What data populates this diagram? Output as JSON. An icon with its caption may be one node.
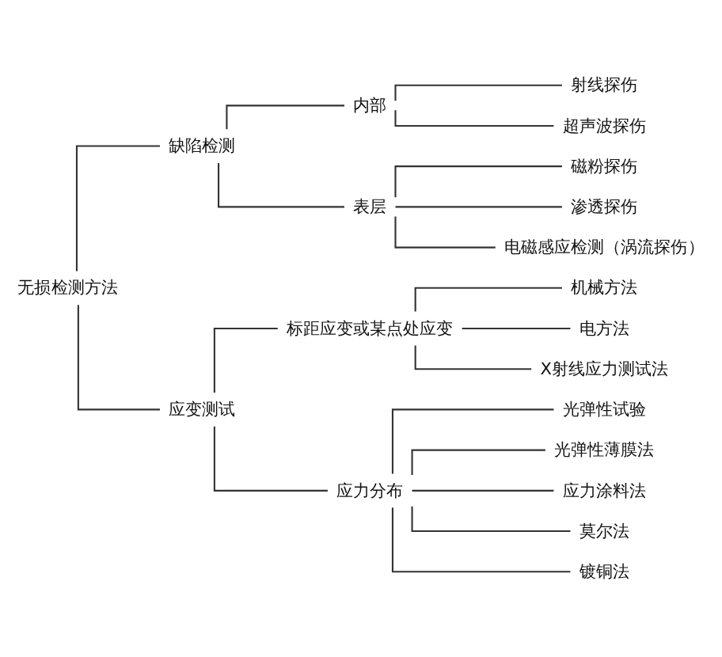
{
  "diagram": {
    "nodes": [
      {
        "text": [
          "无损检测方法"
        ]
      },
      {
        "text": [
          "缺陷检测"
        ]
      },
      {
        "text": [
          "内部"
        ]
      },
      {
        "text": [
          "射线探伤"
        ]
      },
      {
        "text": [
          "超声波探伤"
        ]
      },
      {
        "text": [
          "表层"
        ]
      },
      {
        "text": [
          "磁粉探伤"
        ]
      },
      {
        "text": [
          "渗透探伤"
        ]
      },
      {
        "text": [
          "电磁感应检测（涡流探伤）"
        ]
      },
      {
        "text": [
          "应变测试"
        ]
      },
      {
        "text": [
          "标距应变或某点处应变"
        ]
      },
      {
        "text": [
          "机械方法"
        ]
      },
      {
        "text": [
          "电方法"
        ]
      },
      {
        "text": [
          "X射线应力测试法"
        ]
      },
      {
        "text": [
          "应力分布"
        ]
      },
      {
        "text": [
          "光弹性试验"
        ]
      },
      {
        "text": [
          "光弹性薄膜法"
        ]
      },
      {
        "text": [
          "应力涂料法"
        ]
      },
      {
        "text": [
          "莫尔法"
        ]
      },
      {
        "text": [
          "镀铜法"
        ]
      }
    ],
    "edges": [
      {
        "from": 0,
        "to": 1,
        "arrow": "none"
      },
      {
        "from": 0,
        "to": 9,
        "arrow": "none"
      },
      {
        "from": 1,
        "to": 2,
        "arrow": "none"
      },
      {
        "from": 1,
        "to": 5,
        "arrow": "none"
      },
      {
        "from": 2,
        "to": 3,
        "arrow": "none"
      },
      {
        "from": 2,
        "to": 4,
        "arrow": "none"
      },
      {
        "from": 5,
        "to": 6,
        "arrow": "none"
      },
      {
        "from": 5,
        "to": 7,
        "arrow": "none"
      },
      {
        "from": 5,
        "to": 8,
        "arrow": "none"
      },
      {
        "from": 9,
        "to": 10,
        "arrow": "none"
      },
      {
        "from": 9,
        "to": 14,
        "arrow": "none"
      },
      {
        "from": 10,
        "to": 11,
        "arrow": "none"
      },
      {
        "from": 10,
        "to": 12,
        "arrow": "none"
      },
      {
        "from": 10,
        "to": 13,
        "arrow": "none"
      },
      {
        "from": 14,
        "to": 15,
        "arrow": "none"
      },
      {
        "from": 14,
        "to": 16,
        "arrow": "none"
      },
      {
        "from": 14,
        "to": 17,
        "arrow": "none"
      },
      {
        "from": 14,
        "to": 18,
        "arrow": "none"
      },
      {
        "from": 14,
        "to": 19,
        "arrow": "none"
      }
    ]
  }
}
